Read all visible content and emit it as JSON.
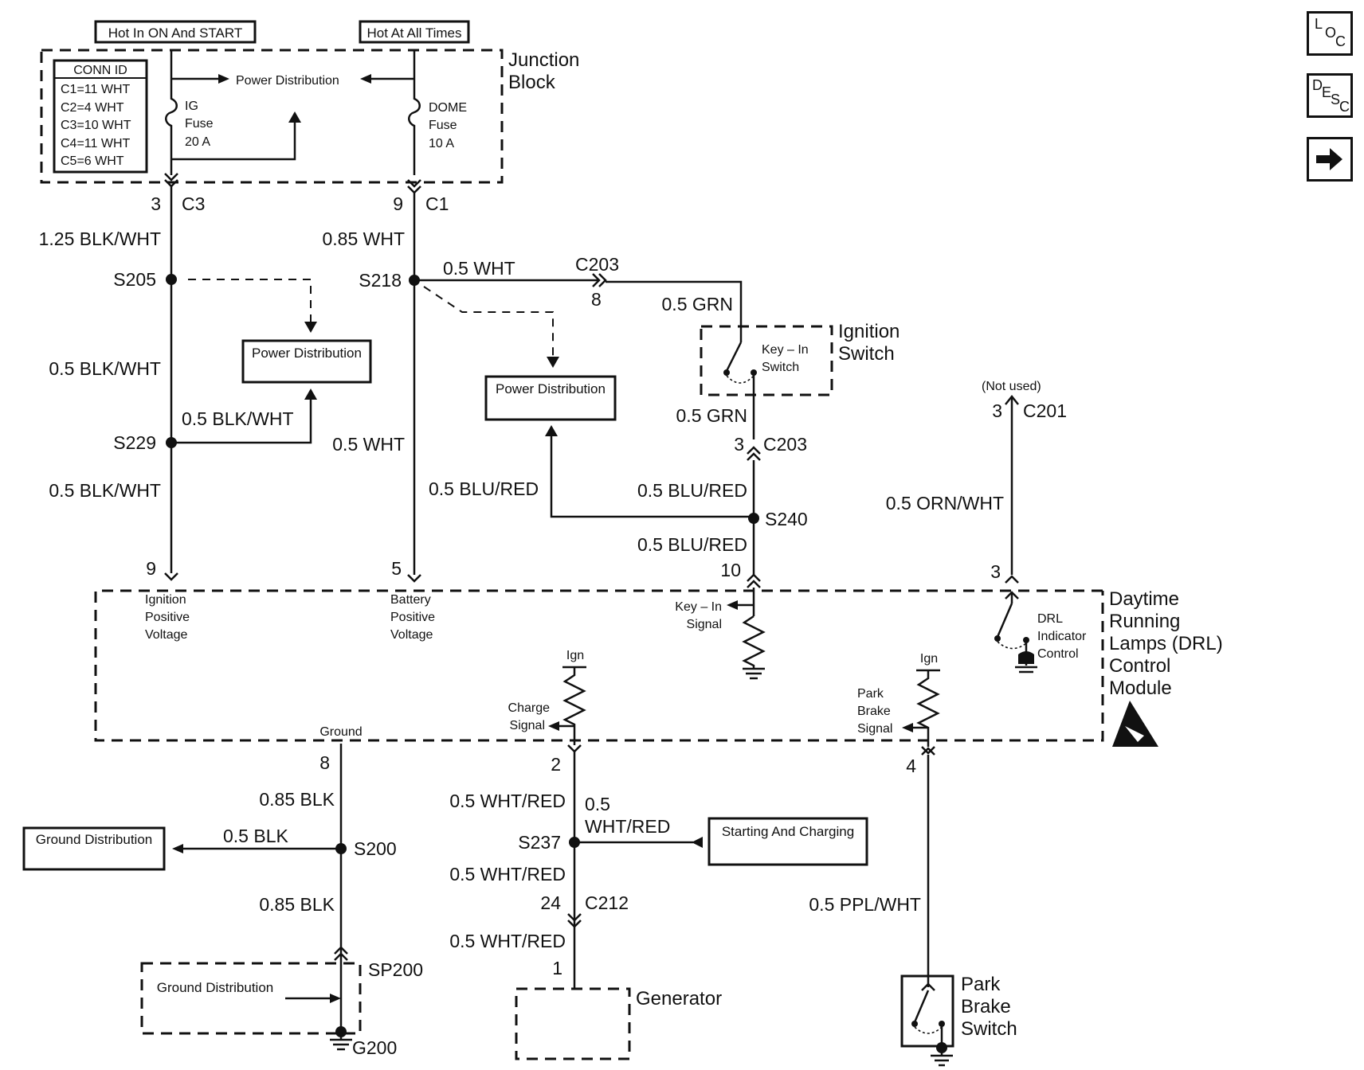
{
  "nav": {
    "loc": {
      "c1": "L",
      "c2": "O",
      "c3": "C"
    },
    "desc": {
      "c1": "D",
      "c2": "E",
      "c3": "S",
      "c4": "C"
    },
    "next_icon": "right-arrow-icon"
  },
  "headers": {
    "hot_on_start": "Hot In ON And START",
    "hot_always": "Hot At All Times"
  },
  "junction": {
    "title1": "Junction",
    "title2": "Block",
    "conn_title": "CONN ID",
    "conn": [
      "C1=11 WHT",
      "C2=4 WHT",
      "C3=10 WHT",
      "C4=11 WHT",
      "C5=6 WHT"
    ],
    "power_dist": "Power Distribution",
    "ig_fuse": [
      "IG",
      "Fuse",
      "20 A"
    ],
    "dome_fuse": [
      "DOME",
      "Fuse",
      "10 A"
    ]
  },
  "wires": {
    "c3_pin": "3",
    "c3": "C3",
    "c1_pin": "9",
    "c1": "C1",
    "w125": "1.25 BLK/WHT",
    "w085wht": "0.85 WHT",
    "s205": "S205",
    "s218": "S218",
    "w05wht_a": "0.5 WHT",
    "c203a": "C203",
    "c203a_pin": "8",
    "w05grn_a": "0.5 GRN",
    "w05blkwht_a": "0.5 BLK/WHT",
    "w05blkwht_b": "0.5 BLK/WHT",
    "s229": "S229",
    "w05blkwht_c": "0.5 BLK/WHT",
    "w05wht_b": "0.5 WHT",
    "w05blured_a": "0.5 BLU/RED",
    "w05grn_b": "0.5 GRN",
    "c203b_pin": "3",
    "c203b": "C203",
    "w05blured_b": "0.5 BLU/RED",
    "s240": "S240",
    "w05blured_c": "0.5 BLU/RED",
    "pin10": "10",
    "not_used": "(Not used)",
    "c201_pin": "3",
    "c201": "C201",
    "w05ornwht": "0.5 ORN/WHT",
    "pin3": "3",
    "pin9": "9",
    "pin5": "5",
    "pin8": "8",
    "w085blk_a": "0.85 BLK",
    "w05blk": "0.5 BLK",
    "s200": "S200",
    "w085blk_b": "0.85 BLK",
    "sp200": "SP200",
    "g200": "G200",
    "pin2": "2",
    "w05whtred_a": "0.5 WHT/RED",
    "w05whtred_b1": "0.5",
    "w05whtred_b2": "WHT/RED",
    "s237": "S237",
    "w05whtred_c": "0.5 WHT/RED",
    "c212_pin": "24",
    "c212": "C212",
    "w05whtred_d": "0.5 WHT/RED",
    "gen_pin": "1",
    "pin4": "4",
    "w05pplwht": "0.5 PPL/WHT"
  },
  "boxes": {
    "pd_a": "Power Distribution",
    "pd_b": "Power Distribution",
    "ground_dist_a": "Ground Distribution",
    "ground_dist_b": "Ground Distribution",
    "starting_charging": "Starting And Charging"
  },
  "ignition_switch": {
    "title1": "Ignition",
    "title2": "Switch",
    "inner1": "Key – In",
    "inner2": "Switch"
  },
  "module": {
    "title": [
      "Daytime",
      "Running",
      "Lamps (DRL)",
      "Control",
      "Module"
    ],
    "ign_voltage": [
      "Ignition",
      "Positive",
      "Voltage"
    ],
    "batt_voltage": [
      "Battery",
      "Positive",
      "Voltage"
    ],
    "keyin": [
      "Key – In",
      "Signal"
    ],
    "drl": [
      "DRL",
      "Indicator",
      "Control"
    ],
    "ign_a": "Ign",
    "ign_b": "Ign",
    "charge": [
      "Charge",
      "Signal"
    ],
    "park": [
      "Park",
      "Brake",
      "Signal"
    ],
    "ground": "Ground"
  },
  "generator": "Generator",
  "park_switch": [
    "Park",
    "Brake",
    "Switch"
  ]
}
